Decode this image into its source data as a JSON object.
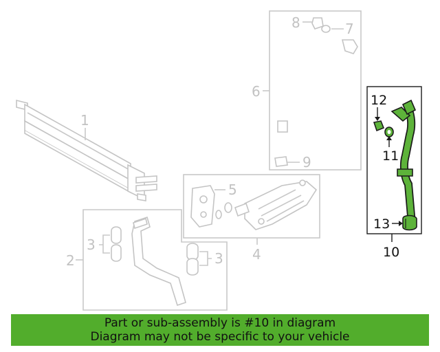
{
  "callouts": {
    "c1": "1",
    "c2": "2",
    "c3a": "3",
    "c3b": "3",
    "c4": "4",
    "c5": "5",
    "c6": "6",
    "c7": "7",
    "c8": "8",
    "c9": "9",
    "c10": "10",
    "c11": "11",
    "c12": "12",
    "c13": "13"
  },
  "banner": {
    "line1": "Part or sub-assembly is #10 in diagram",
    "line2": "Diagram may not be specific to your vehicle",
    "color": "#52ad2c"
  },
  "colors": {
    "highlight_part": "#5db33a",
    "inactive_parts": "#c4c4c4"
  }
}
